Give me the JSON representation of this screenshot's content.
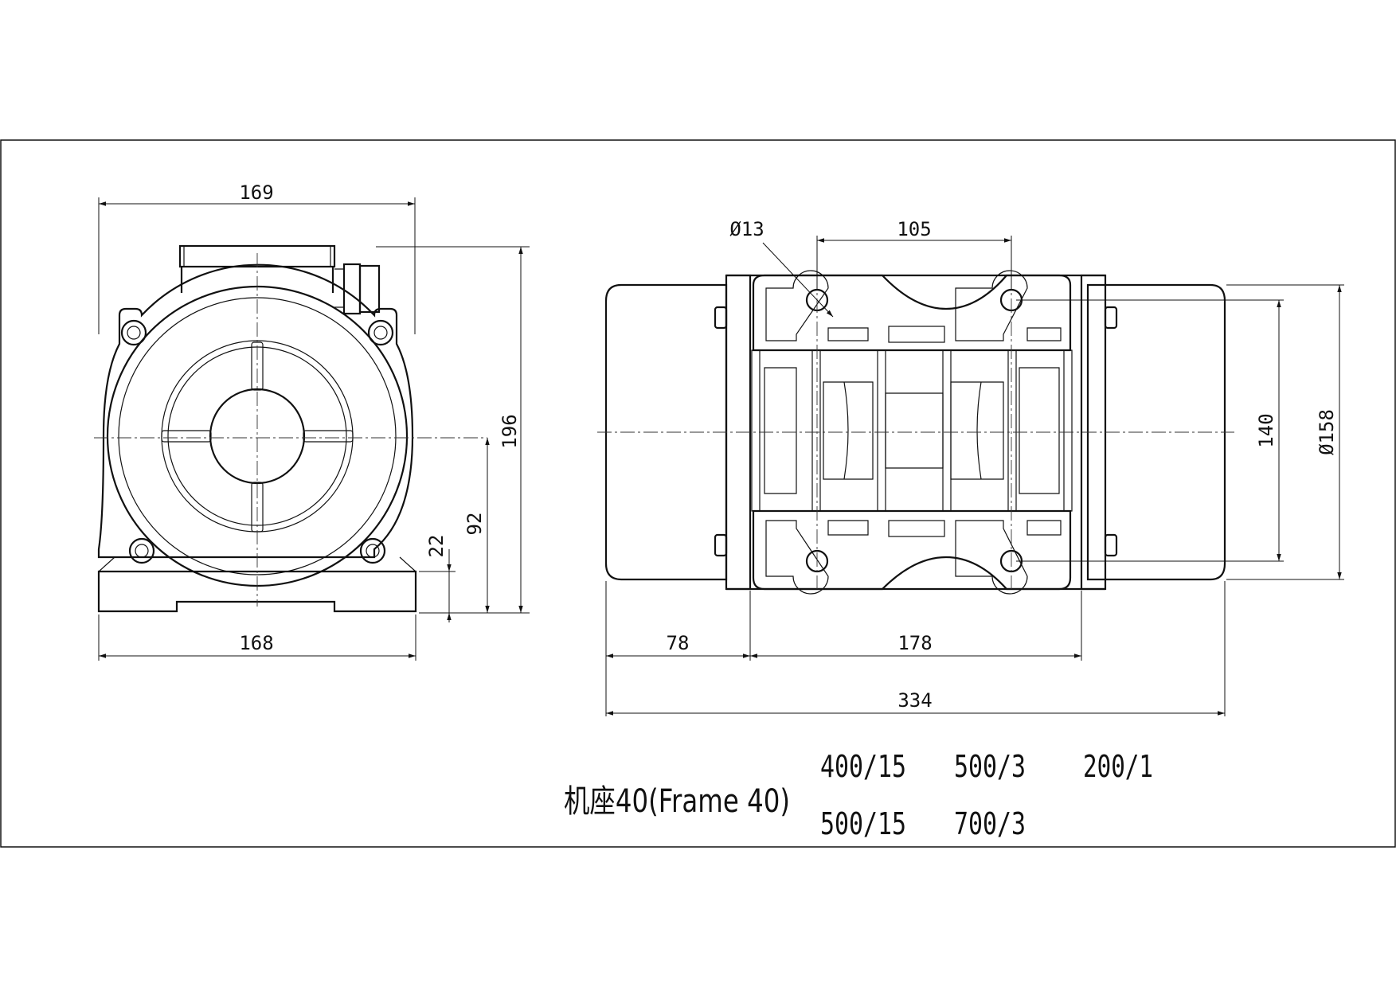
{
  "dimensions": {
    "front_top_width": "169",
    "front_height": "196",
    "front_center_height": "92",
    "front_base_thickness": "22",
    "front_bottom_width": "168",
    "side_hole_diameter": "Ø13",
    "side_hole_spacing": "105",
    "side_foot_depth": "140",
    "side_body_diameter": "Ø158",
    "side_overhang": "78",
    "side_foot_length": "178",
    "side_total_length": "334"
  },
  "title_block": {
    "frame_label": "机座40(Frame 40)",
    "models_row1": [
      "400/15",
      "500/3",
      "200/1"
    ],
    "models_row2": [
      "500/15",
      "700/3"
    ]
  }
}
